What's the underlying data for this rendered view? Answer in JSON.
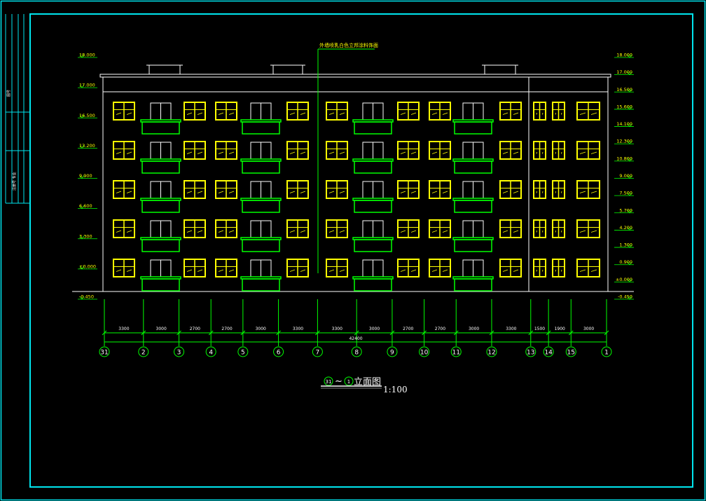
{
  "drawing": {
    "material_note": "外墙喷乳白色立邦涂料饰面",
    "title_axis_start": "31",
    "title_connector": "~",
    "title_axis_end": "1",
    "title_suffix": "立面图",
    "scale": "1:100",
    "total_width": "42400",
    "side_label_top": "图号",
    "side_label_mid": "注册号 专业",
    "colors": {
      "frame": "#00e5ee",
      "wall": "#ffffff",
      "window": "#ffff00",
      "balcony": "#00ff00",
      "dimension": "#00ff00"
    }
  },
  "levels_left": [
    "18.000",
    "17.000",
    "16.500",
    "13.200",
    "9.900",
    "6.600",
    "3.300",
    "±0.000",
    "-0.450"
  ],
  "levels_right": [
    "18.000",
    "17.000",
    "16.500",
    "15.600",
    "14.100",
    "12.300",
    "10.800",
    "9.000",
    "7.500",
    "5.700",
    "4.200",
    "1.300",
    "0.900",
    "±0.000",
    "-0.450"
  ],
  "spans": [
    {
      "label": "3300",
      "mm": 3300
    },
    {
      "label": "3000",
      "mm": 3000
    },
    {
      "label": "2700",
      "mm": 2700
    },
    {
      "label": "2700",
      "mm": 2700
    },
    {
      "label": "3000",
      "mm": 3000
    },
    {
      "label": "3300",
      "mm": 3300
    },
    {
      "label": "3300",
      "mm": 3300
    },
    {
      "label": "3000",
      "mm": 3000
    },
    {
      "label": "2700",
      "mm": 2700
    },
    {
      "label": "2700",
      "mm": 2700
    },
    {
      "label": "3000",
      "mm": 3000
    },
    {
      "label": "3300",
      "mm": 3300
    },
    {
      "label": "1500",
      "mm": 1500
    },
    {
      "label": "1900",
      "mm": 1900
    },
    {
      "label": "3000",
      "mm": 3000
    }
  ],
  "axes": [
    "31",
    "2",
    "3",
    "4",
    "5",
    "6",
    "7",
    "8",
    "9",
    "10",
    "11",
    "12",
    "13",
    "14",
    "15",
    "1"
  ]
}
